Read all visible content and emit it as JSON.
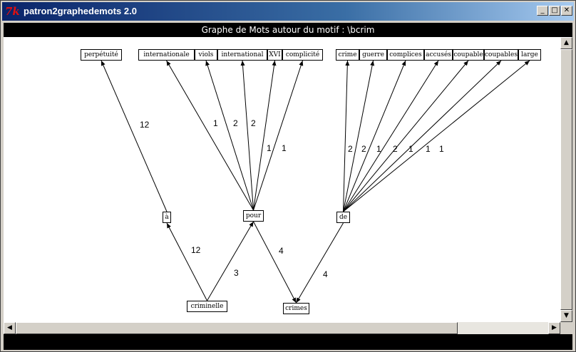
{
  "window": {
    "title": "patron2graphedemots 2.0",
    "icon": "tk-feather-icon",
    "minimize": "_",
    "maximize": "□",
    "close": "✕"
  },
  "header": {
    "text": "Graphe de Mots autour du motif : \\bcrim"
  },
  "graph": {
    "nodes": [
      {
        "id": "perpetuite",
        "label": "perpétuité"
      },
      {
        "id": "internationale",
        "label": "internationale"
      },
      {
        "id": "viols",
        "label": "viols"
      },
      {
        "id": "international",
        "label": "international"
      },
      {
        "id": "xvi",
        "label": "XVI"
      },
      {
        "id": "complicite",
        "label": "complicité"
      },
      {
        "id": "crime",
        "label": "crime"
      },
      {
        "id": "guerre",
        "label": "guerre"
      },
      {
        "id": "complices",
        "label": "complices"
      },
      {
        "id": "accuses",
        "label": "accusés"
      },
      {
        "id": "coupable",
        "label": "coupable"
      },
      {
        "id": "coupables",
        "label": "coupables"
      },
      {
        "id": "large",
        "label": "large"
      },
      {
        "id": "a",
        "label": "à"
      },
      {
        "id": "pour",
        "label": "pour"
      },
      {
        "id": "de",
        "label": "de"
      },
      {
        "id": "criminelle",
        "label": "criminelle"
      },
      {
        "id": "crimes",
        "label": "crimes"
      }
    ],
    "edges": [
      {
        "from": "a",
        "to": "perpetuite",
        "weight": "12"
      },
      {
        "from": "pour",
        "to": "internationale",
        "weight": "1"
      },
      {
        "from": "pour",
        "to": "viols",
        "weight": "2"
      },
      {
        "from": "pour",
        "to": "international",
        "weight": "2"
      },
      {
        "from": "pour",
        "to": "xvi",
        "weight": "1"
      },
      {
        "from": "pour",
        "to": "complicite",
        "weight": "1"
      },
      {
        "from": "de",
        "to": "crime",
        "weight": "2"
      },
      {
        "from": "de",
        "to": "guerre",
        "weight": "2"
      },
      {
        "from": "de",
        "to": "complices",
        "weight": "1"
      },
      {
        "from": "de",
        "to": "accuses",
        "weight": "2"
      },
      {
        "from": "de",
        "to": "coupable",
        "weight": "1"
      },
      {
        "from": "de",
        "to": "coupables",
        "weight": "1"
      },
      {
        "from": "de",
        "to": "large",
        "weight": "1"
      },
      {
        "from": "criminelle",
        "to": "a",
        "weight": "12"
      },
      {
        "from": "criminelle",
        "to": "pour",
        "weight": "3"
      },
      {
        "from": "pour",
        "to": "crimes",
        "weight": "4"
      },
      {
        "from": "de",
        "to": "crimes",
        "weight": "4"
      }
    ]
  }
}
